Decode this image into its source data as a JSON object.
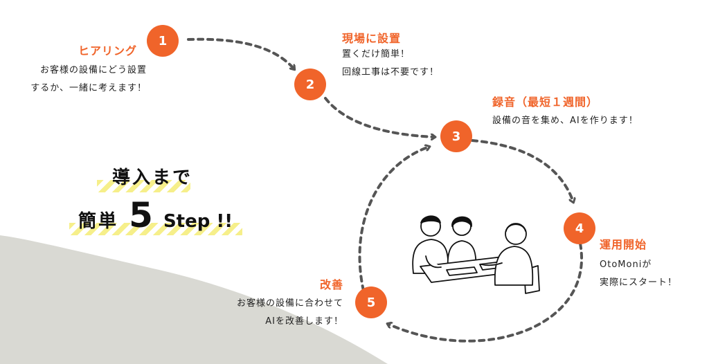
{
  "headline": {
    "line1": "導入まで",
    "line2_prefix": "簡単",
    "line2_number": "5",
    "line2_suffix": "Step !!"
  },
  "steps": [
    {
      "number": "1",
      "title": "ヒアリング",
      "lines": [
        "お客様の設備にどう設置",
        "するか、一緒に考えます！"
      ]
    },
    {
      "number": "2",
      "title": "現場に設置",
      "lines": [
        "置くだけ簡単！",
        "回線工事は不要です！"
      ]
    },
    {
      "number": "3",
      "title": "録音（最短１週間）",
      "lines": [
        "設備の音を集め、AIを作ります！"
      ]
    },
    {
      "number": "4",
      "title": "運用開始",
      "lines": [
        "OtoMoniが",
        "実際にスタート！"
      ]
    },
    {
      "number": "5",
      "title": "改善",
      "lines": [
        "お客様の設備に合わせて",
        "AIを改善します！"
      ]
    }
  ],
  "colors": {
    "accent": "#f0642a",
    "arrow": "#555555",
    "stripe": "#f6ef8a",
    "background": "#ffffff",
    "shadow_shape": "#d9d9d3"
  },
  "illustration": "people-meeting-at-table"
}
